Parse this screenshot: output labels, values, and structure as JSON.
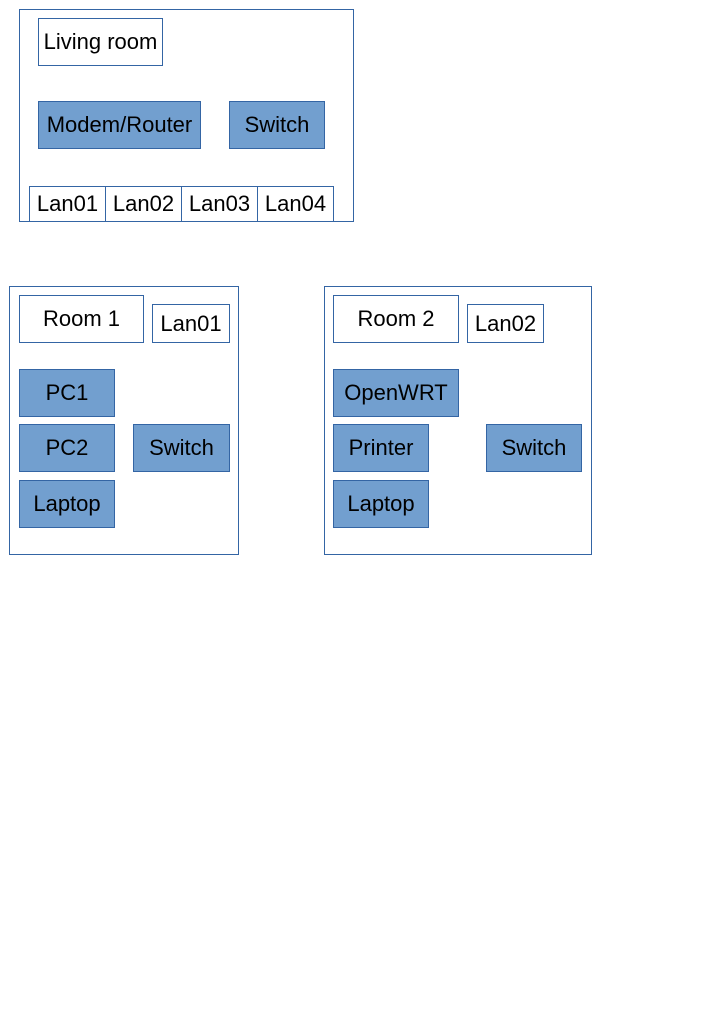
{
  "living_room": {
    "title": "Living room",
    "modem": "Modem/Router",
    "switch": "Switch",
    "ports": [
      "Lan01",
      "Lan02",
      "Lan03",
      "Lan04"
    ]
  },
  "room1": {
    "title": "Room 1",
    "uplink": "Lan01",
    "switch": "Switch",
    "devices": [
      "PC1",
      "PC2",
      "Laptop"
    ]
  },
  "room2": {
    "title": "Room 2",
    "uplink": "Lan02",
    "switch": "Switch",
    "devices": [
      "OpenWRT",
      "Printer",
      "Laptop"
    ]
  },
  "colors": {
    "device_fill": "#729fcf",
    "line": "#3465a4"
  }
}
